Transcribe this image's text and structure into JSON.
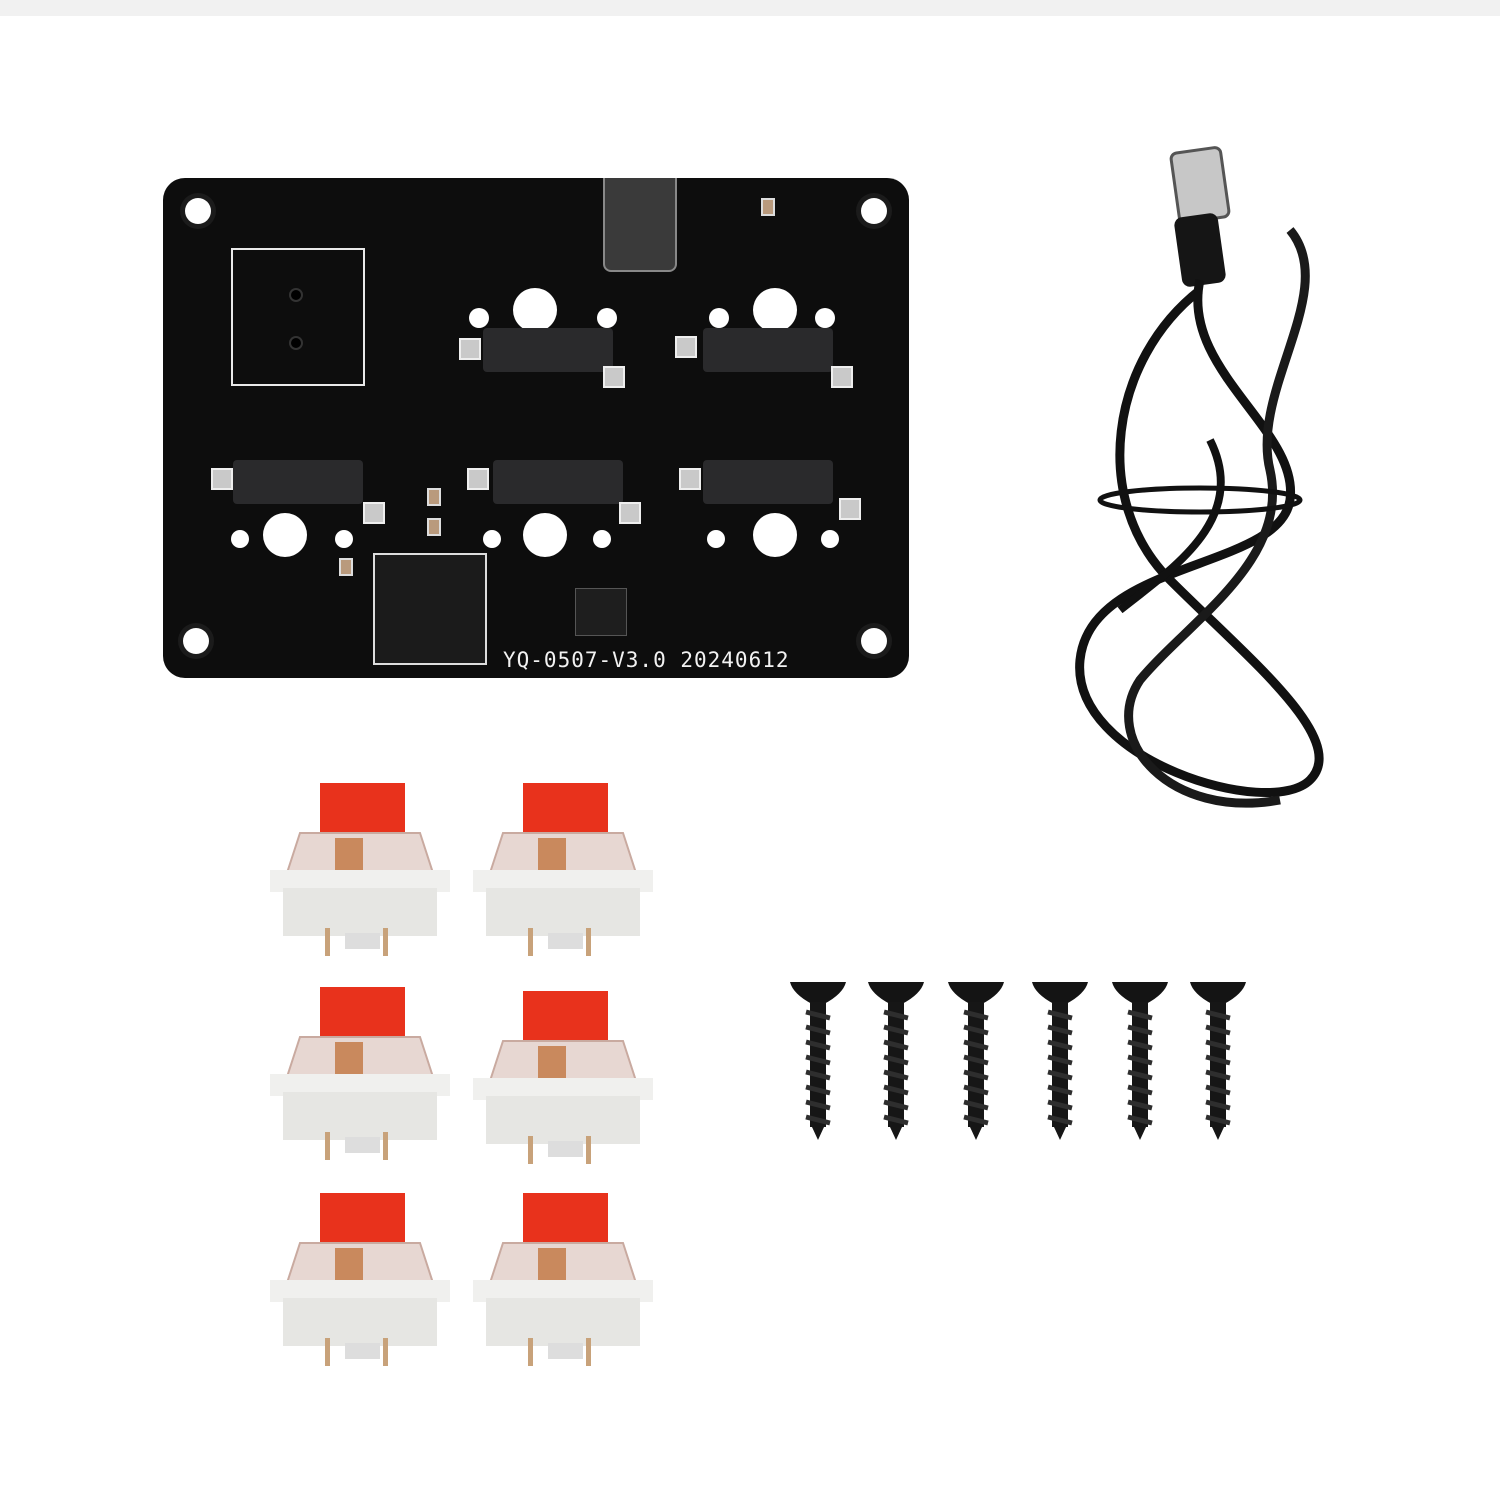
{
  "product_photo": {
    "pcb": {
      "label": "YQ-0507-V3.0  20240612",
      "color": "#0d0d0d"
    },
    "items": [
      {
        "name": "pcb-board",
        "count": 1
      },
      {
        "name": "usb-type-c-cable",
        "count": 1
      },
      {
        "name": "red-mechanical-switch",
        "count": 6
      },
      {
        "name": "black-screw",
        "count": 6
      }
    ],
    "colors": {
      "switch_stem": "#e8321c",
      "switch_housing": "#ececea",
      "cable": "#111111",
      "screw": "#151515"
    }
  }
}
